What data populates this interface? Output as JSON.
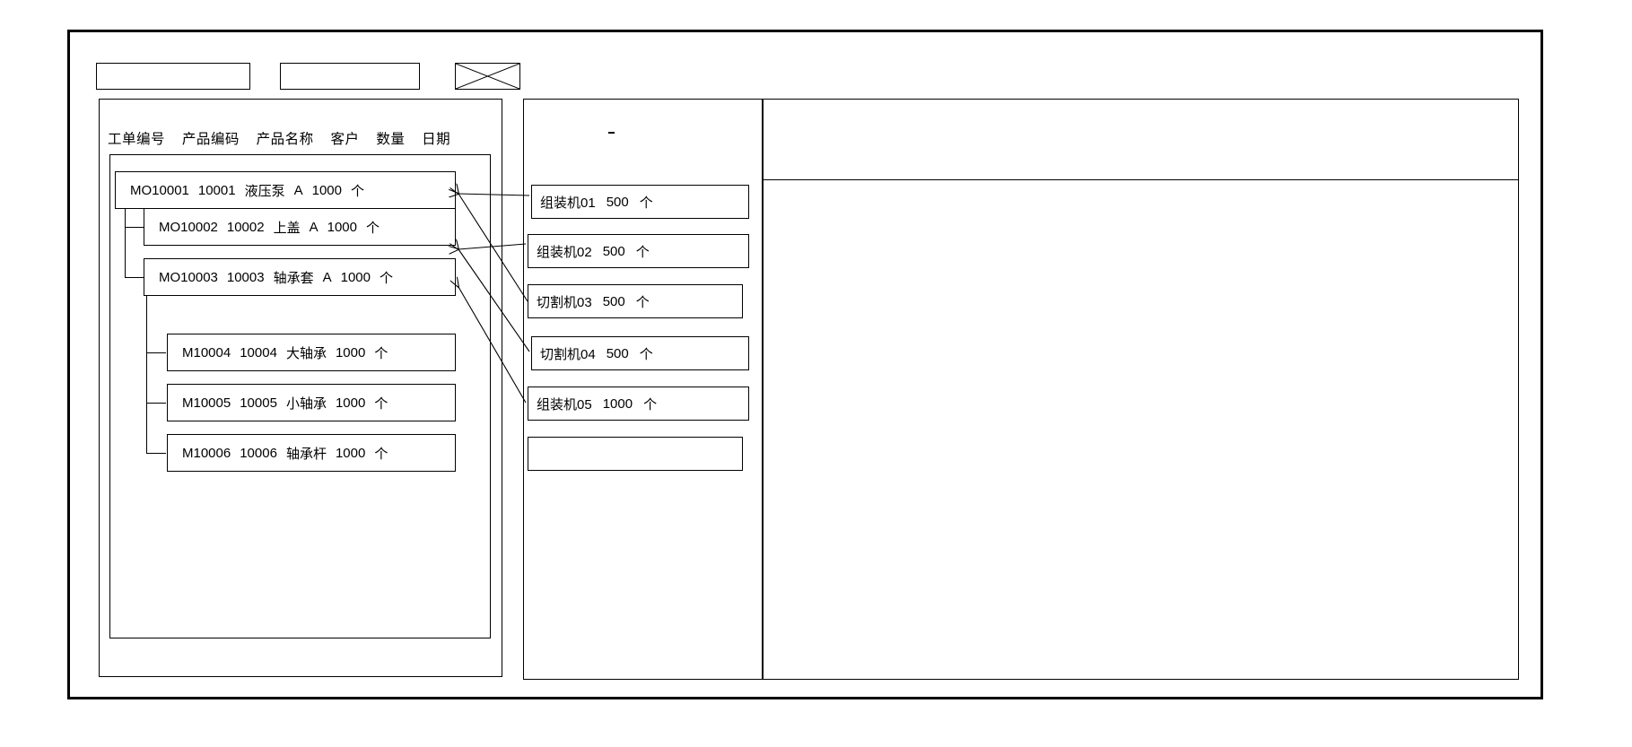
{
  "window": {
    "title": ""
  },
  "toolbar": {
    "field_1": "",
    "field_2": "",
    "placeholder_icon": "image-placeholder-icon"
  },
  "left_panel": {
    "columns": [
      "工单编号",
      "产品编码",
      "产品名称",
      "客户",
      "数量",
      "日期"
    ],
    "tree": [
      {
        "level": 0,
        "order_no": "MO10001",
        "product_code": "10001",
        "product_name": "液压泵",
        "customer": "A",
        "quantity": "1000",
        "unit": "个"
      },
      {
        "level": 1,
        "order_no": "MO10002",
        "product_code": "10002",
        "product_name": "上盖",
        "customer": "A",
        "quantity": "1000",
        "unit": "个"
      },
      {
        "level": 1,
        "order_no": "MO10003",
        "product_code": "10003",
        "product_name": "轴承套",
        "customer": "A",
        "quantity": "1000",
        "unit": "个"
      },
      {
        "level": 2,
        "order_no": "M10004",
        "product_code": "10004",
        "product_name": "大轴承",
        "customer": "",
        "quantity": "1000",
        "unit": "个"
      },
      {
        "level": 2,
        "order_no": "M10005",
        "product_code": "10005",
        "product_name": "小轴承",
        "customer": "",
        "quantity": "1000",
        "unit": "个"
      },
      {
        "level": 2,
        "order_no": "M10006",
        "product_code": "10006",
        "product_name": "轴承杆",
        "customer": "",
        "quantity": "1000",
        "unit": "个"
      }
    ]
  },
  "middle_panel": {
    "machines": [
      {
        "name": "组装机01",
        "quantity": "500",
        "unit": "个"
      },
      {
        "name": "组装机02",
        "quantity": "500",
        "unit": "个"
      },
      {
        "name": "切割机03",
        "quantity": "500",
        "unit": "个"
      },
      {
        "name": "切割机04",
        "quantity": "500",
        "unit": "个"
      },
      {
        "name": "组装机05",
        "quantity": "1000",
        "unit": "个"
      }
    ],
    "empty_slot": ""
  },
  "right_panel": {
    "header": "",
    "body": ""
  },
  "colors": {
    "stroke": "#000000",
    "background": "#ffffff"
  }
}
